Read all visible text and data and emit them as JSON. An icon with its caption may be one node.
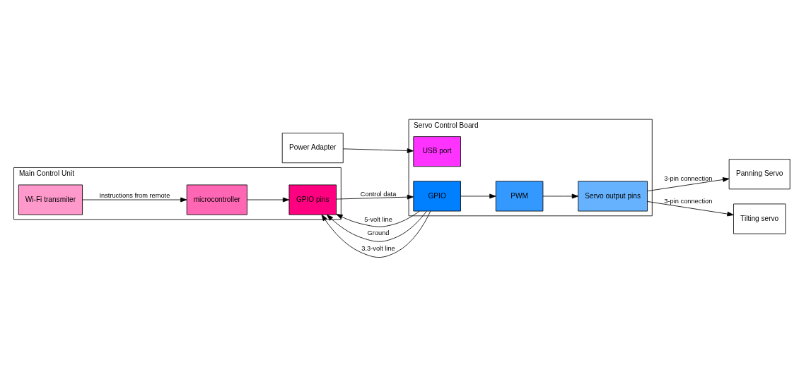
{
  "diagram": {
    "nodes": [
      {
        "text": [
          "Main Control Unit"
        ]
      },
      {
        "text": [
          "GPIO pins"
        ],
        "in": 0
      },
      {
        "text": [
          "Wi-Fi transmiter"
        ],
        "in": 0
      },
      {
        "text": [
          "microcontroller"
        ],
        "in": 0
      },
      {
        "text": [
          "Power Adapter"
        ]
      },
      {
        "text": [
          "Servo Control Board"
        ]
      },
      {
        "text": [
          "GPIO"
        ],
        "in": 5
      },
      {
        "text": [
          "USB port"
        ],
        "in": 5
      },
      {
        "text": [
          "PWM"
        ],
        "in": 5
      },
      {
        "text": [
          "Servo output pins"
        ],
        "in": 5
      },
      {
        "text": [
          "Panning Servo"
        ]
      },
      {
        "text": [
          "Tilting servo"
        ]
      }
    ],
    "edges": [
      {
        "from": 6,
        "to": 1,
        "arrow": "to",
        "label": "5-volt line"
      },
      {
        "from": 6,
        "to": 1,
        "arrow": "to",
        "label": "Ground"
      },
      {
        "from": 6,
        "to": 1,
        "arrow": "to",
        "label": "3.3-volt line"
      },
      {
        "from": 1,
        "to": 6,
        "arrow": "to",
        "label": "Control data"
      },
      {
        "from": 2,
        "to": 3,
        "arrow": "to",
        "label": "Instructions from remote"
      },
      {
        "from": 3,
        "to": 1,
        "arrow": "to"
      },
      {
        "from": 4,
        "to": 7,
        "arrow": "to"
      },
      {
        "from": 6,
        "to": 8,
        "arrow": "to"
      },
      {
        "from": 8,
        "to": 9,
        "arrow": "to"
      },
      {
        "from": 9,
        "to": 10,
        "arrow": "to",
        "label": "3-pin connection"
      },
      {
        "from": 9,
        "to": 11,
        "arrow": "to",
        "label": "3-pin connection"
      }
    ]
  }
}
